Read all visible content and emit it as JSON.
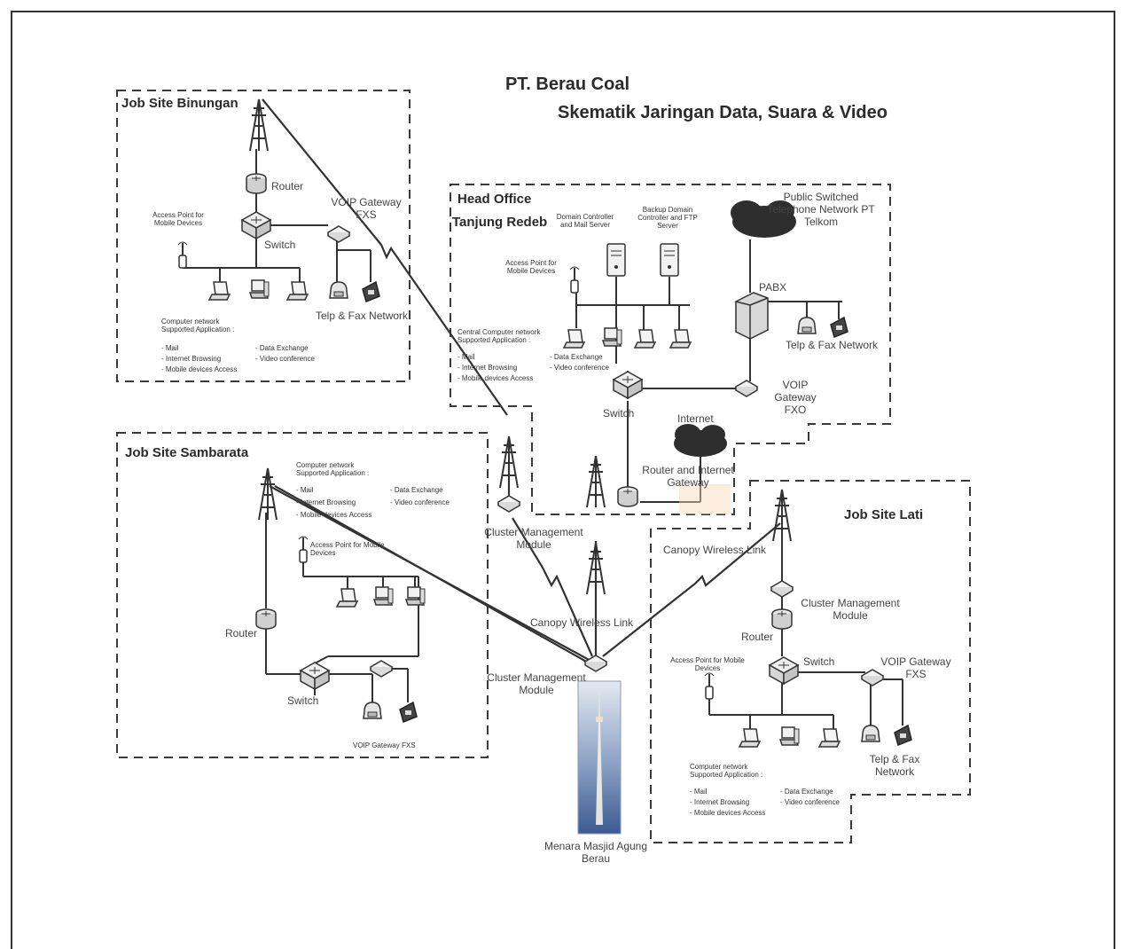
{
  "title": {
    "line1": "PT. Berau Coal",
    "line2": "Skematik Jaringan Data, Suara & Video"
  },
  "binungan": {
    "name": "Job Site Binungan",
    "router": "Router",
    "switch": "Switch",
    "voip": "VOIP Gateway FXS",
    "ap": "Access Point for Mobile Devices",
    "telp": "Telp & Fax Network",
    "apps_title": "Computer network Supported Application :",
    "apps": [
      "- Mail",
      "- Data Exchange",
      "- Internet Browsing",
      "- Video conference",
      "- Mobile devices Access"
    ]
  },
  "head_office": {
    "name1": "Head Office",
    "name2": "Tanjung Redeb",
    "dc": "Domain Controller and Mail Server",
    "bdc": "Backup Domain Controller and FTP Server",
    "pstn": "Public Switched Telephone Network PT Telkom",
    "pabx": "PABX",
    "ap": "Access Point for Mobile Devices",
    "telp": "Telp & Fax Network",
    "apps_title": "Central Computer network Supported Application :",
    "apps": [
      "- Mail",
      "- Data Exchange",
      "- Internet Browsing",
      "- Video conference",
      "- Mobile devices Access"
    ],
    "voip": "VOIP Gateway FXO",
    "switch": "Switch",
    "internet": "Internet",
    "router_gw": "Router and Internet Gateway"
  },
  "sambarata": {
    "name": "Job Site Sambarata",
    "apps_title": "Computer network Supported Application :",
    "apps": [
      "- Mail",
      "- Data Exchange",
      "- Internet Browsing",
      "- Video conference",
      "- Mobile devices Access"
    ],
    "ap": "Access Point for Mobile Devices",
    "router": "Router",
    "switch": "Switch",
    "voip": "VOIP Gateway FXS"
  },
  "lati": {
    "name": "Job Site Lati",
    "canopy": "Canopy Wireless Link",
    "cmm": "Cluster Management Module",
    "router": "Router",
    "switch": "Switch",
    "ap": "Access Point for Mobile Devices",
    "voip": "VOIP Gateway FXS",
    "telp": "Telp & Fax Network",
    "apps_title": "Computer network Supported Application :",
    "apps": [
      "- Mail",
      "- Data Exchange",
      "- Internet Browsing",
      "- Video conference",
      "- Mobile devices Access"
    ]
  },
  "center": {
    "cmm_top": "Cluster Management Module",
    "canopy": "Canopy Wireless Link",
    "cmm_bottom": "Cluster Management Module",
    "tower_caption": "Menara Masjid Agung Berau"
  },
  "colors": {
    "line": "#3a3a3a",
    "cloud": "#2e2e2e",
    "tower_top": "#dfe6ee",
    "tower_bottom": "#3b5a92"
  }
}
